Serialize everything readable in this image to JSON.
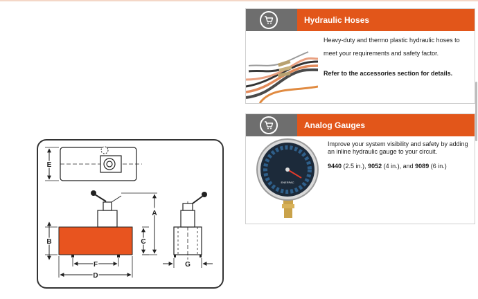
{
  "hoses": {
    "icon": "cart-icon",
    "title": "Hydraulic Hoses",
    "description": "Heavy-duty and thermo plastic hydraulic hoses to meet your requirements and safety factor.",
    "note": "Refer to the accessories section for details."
  },
  "gauges": {
    "icon": "cart-icon",
    "title": "Analog Gauges",
    "description": "Improve your system visibility and safety by adding an inline hydraulic gauge to your circuit.",
    "models": [
      {
        "code": "9440",
        "size": "(2.5 in.),"
      },
      {
        "code": "9052",
        "size": "(4 in.), and"
      },
      {
        "code": "9089",
        "size": "(6 in.)"
      }
    ],
    "gauge_face_text": "ENERPAC"
  },
  "drawing": {
    "labels": {
      "A": "A",
      "B": "B",
      "C": "C",
      "D": "D",
      "E": "E",
      "F": "F",
      "G": "G"
    },
    "colors": {
      "body": "#e8541f",
      "line": "#222222",
      "accent": "#e2561a",
      "header_gray": "#6e6e6e"
    }
  }
}
